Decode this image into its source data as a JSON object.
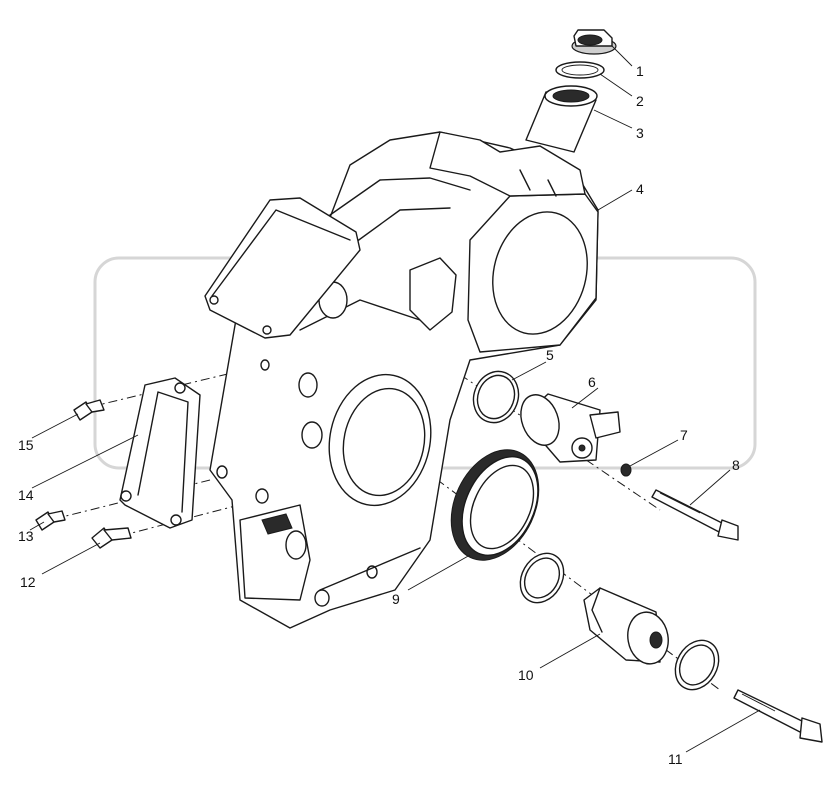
{
  "diagram": {
    "part_numbers": [
      "1",
      "2",
      "3",
      "4",
      "5",
      "6",
      "7",
      "8",
      "9",
      "10",
      "11",
      "12",
      "13",
      "14",
      "15"
    ]
  },
  "colors": {
    "line": "#1a1a1a",
    "watermark": "#d6d6d6",
    "background": "#ffffff"
  }
}
